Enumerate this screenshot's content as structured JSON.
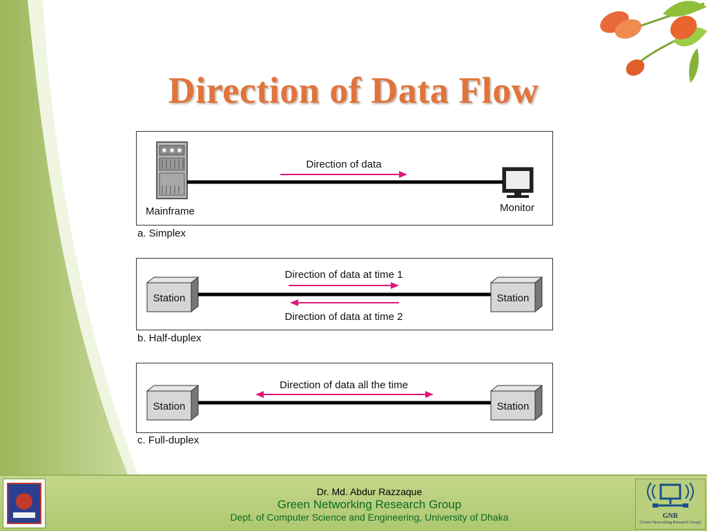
{
  "title": "Direction of Data Flow",
  "simplex": {
    "caption": "a. Simplex",
    "left_label": "Mainframe",
    "right_label": "Monitor",
    "arrow_label": "Direction of data"
  },
  "half_duplex": {
    "caption": "b. Half-duplex",
    "left_label": "Station",
    "right_label": "Station",
    "arrow_label_1": "Direction of data at time 1",
    "arrow_label_2": "Direction of data at time 2"
  },
  "full_duplex": {
    "caption": "c. Full-duplex",
    "left_label": "Station",
    "right_label": "Station",
    "arrow_label": "Direction of data all the time"
  },
  "footer": {
    "line1": "Dr. Md. Abdur Razzaque",
    "line2": "Green Networking Research Group",
    "line3": "Dept. of Computer Science and Engineering, University of Dhaka",
    "logo_right_title": "GNR",
    "logo_right_subtitle": "(Green Networking Research Group)"
  },
  "colors": {
    "title": "#e0743c",
    "arrow": "#e0197d",
    "footer_bg": "#b7cf7c",
    "footer_text": "#0a6a25"
  }
}
